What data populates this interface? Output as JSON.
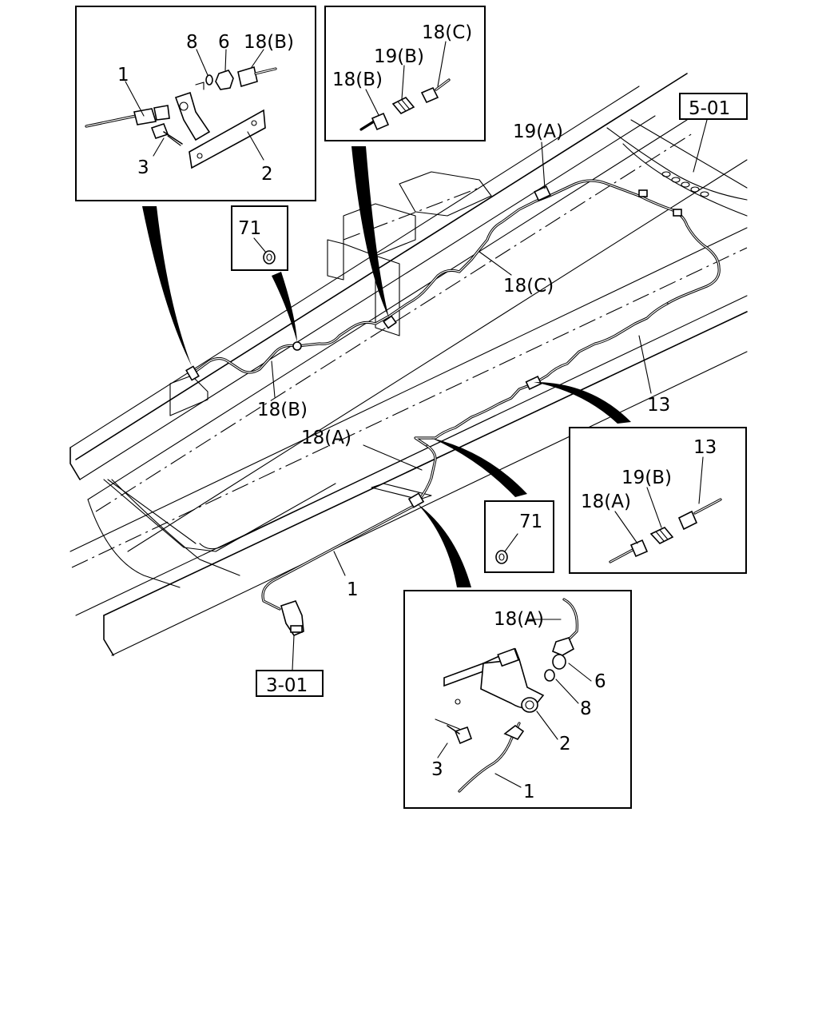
{
  "labels": {
    "c1_8": "8",
    "c1_6": "6",
    "c1_18b": "18(B)",
    "c1_1": "1",
    "c1_3": "3",
    "c1_2": "2",
    "c2_18c": "18(C)",
    "c2_19b": "19(B)",
    "c2_18b": "18(B)",
    "c3_71": "71",
    "main_19a": "19(A)",
    "main_18c": "18(C)",
    "main_18b": "18(B)",
    "main_13": "13",
    "main_18a": "18(A)",
    "main_1": "1",
    "c4_13": "13",
    "c4_19b": "19(B)",
    "c4_18a": "18(A)",
    "c5_71": "71",
    "c6_18a": "18(A)",
    "c6_6": "6",
    "c6_8": "8",
    "c6_2": "2",
    "c6_3": "3",
    "c6_1": "1"
  },
  "references": {
    "ref_501": "5-01",
    "ref_301": "3-01"
  }
}
